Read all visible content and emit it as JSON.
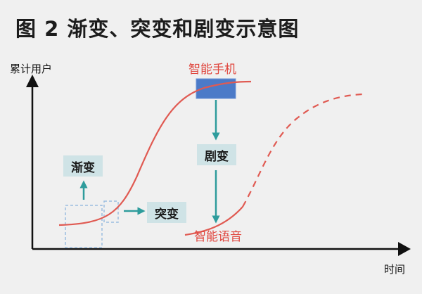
{
  "title": "图 2  渐变、突变和剧变示意图",
  "axes": {
    "y_label": "累计用户",
    "x_label": "时间"
  },
  "labels": {
    "smartphone": "智能手机",
    "voice": "智能语音"
  },
  "boxes": {
    "gradual": "渐变",
    "sudden": "突变",
    "drastic": "剧变"
  },
  "colors": {
    "curve": "#e05a52",
    "arrow": "#2e9c9c",
    "axis": "#111111",
    "box_fill": "#cfe3e6",
    "highlight_fill": "#4b7ac8",
    "dashed_outline": "#9bbde0"
  }
}
